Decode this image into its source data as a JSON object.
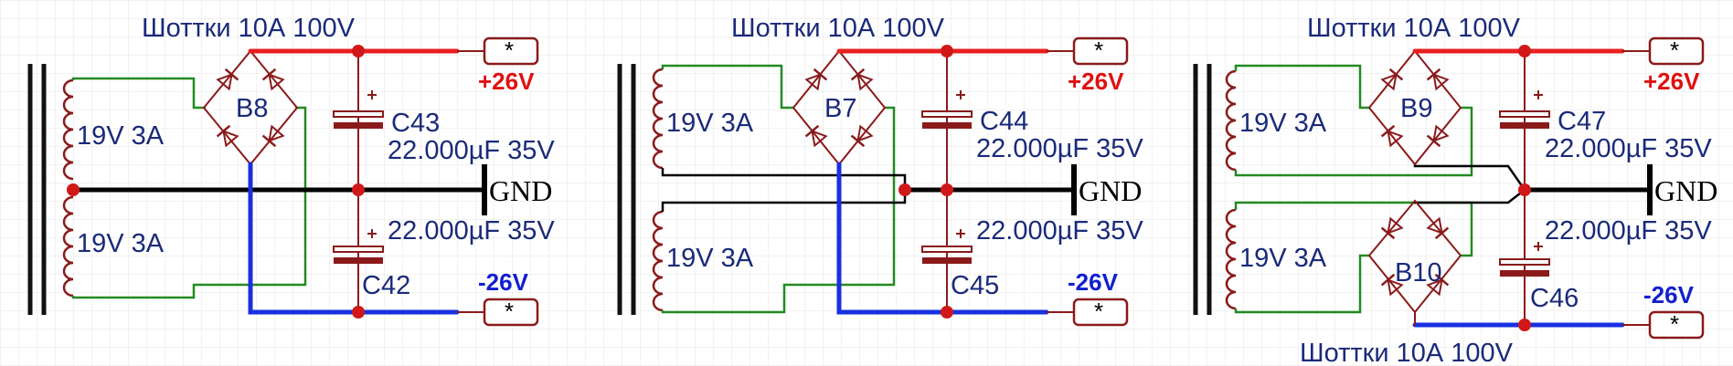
{
  "grid": {
    "color": "#e6e6e6"
  },
  "colors": {
    "positive": "#e82020",
    "negative": "#1830e0",
    "ground": "#000000",
    "winding": "#228b22",
    "component": "#8b1a1a",
    "label": "#1a2a7a"
  },
  "circuits": [
    {
      "diode_note": "Шоттки 10А 100V",
      "winding_top": "19V 3A",
      "winding_bottom": "19V 3A",
      "bridges": [
        "B8"
      ],
      "cap_top": {
        "ref": "C43",
        "value": "22.000µF 35V"
      },
      "cap_bottom": {
        "ref": "C42",
        "value": "22.000µF 35V"
      },
      "pos_label": "+26V",
      "neg_label": "-26V",
      "gnd_label": "GND",
      "port_mark": "*"
    },
    {
      "diode_note": "Шоттки 10А 100V",
      "winding_top": "19V 3A",
      "winding_bottom": "19V 3A",
      "bridges": [
        "B7"
      ],
      "cap_top": {
        "ref": "C44",
        "value": "22.000µF 35V"
      },
      "cap_bottom": {
        "ref": "C45",
        "value": "22.000µF 35V"
      },
      "pos_label": "+26V",
      "neg_label": "-26V",
      "gnd_label": "GND",
      "port_mark": "*"
    },
    {
      "diode_note": "Шоттки 10А 100V",
      "diode_note_bottom": "Шоттки 10А 100V",
      "winding_top": "19V 3A",
      "winding_bottom": "19V 3A",
      "bridges": [
        "B9",
        "B10"
      ],
      "cap_top": {
        "ref": "C47",
        "value": "22.000µF 35V"
      },
      "cap_bottom": {
        "ref": "C46",
        "value": "22.000µF 35V"
      },
      "pos_label": "+26V",
      "neg_label": "-26V",
      "gnd_label": "GND",
      "port_mark": "*"
    }
  ]
}
